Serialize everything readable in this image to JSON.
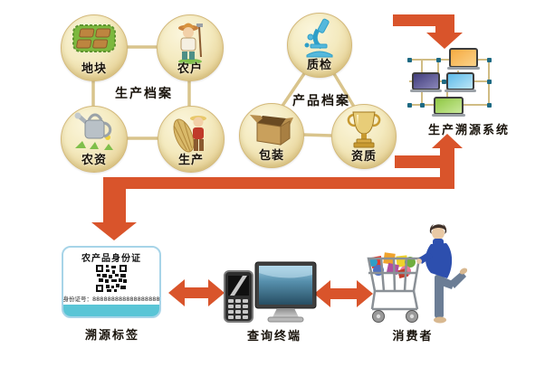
{
  "colors": {
    "arrow": "#d9542b",
    "connector_line": "#d9c48c",
    "circle_fill": "#f2e7ba",
    "circle_edge": "#d8bd7a",
    "card_border": "#a7d4e8",
    "card_strip": "#59c5d6"
  },
  "production_archive": {
    "title": "生产档案",
    "nodes": [
      {
        "label": "地块",
        "icon": "field-icon"
      },
      {
        "label": "农户",
        "icon": "farmer-icon"
      },
      {
        "label": "农资",
        "icon": "watering-can-icon"
      },
      {
        "label": "生产",
        "icon": "harvest-icon"
      }
    ]
  },
  "product_archive": {
    "title": "产品档案",
    "nodes": [
      {
        "label": "质检",
        "icon": "microscope-icon"
      },
      {
        "label": "包装",
        "icon": "box-icon"
      },
      {
        "label": "资质",
        "icon": "trophy-icon"
      }
    ]
  },
  "system": {
    "label": "生产溯源系统",
    "icon": "network-icon"
  },
  "label_card": {
    "title": "农产品身份证",
    "id_number": "身份证号：888888888888888888",
    "caption": "溯源标签",
    "icon": "qr-code"
  },
  "terminal": {
    "caption": "查询终端",
    "icons": [
      "mobile-phone-icon",
      "monitor-icon"
    ]
  },
  "consumer": {
    "caption": "消费者",
    "icon": "shopper-cart-icon"
  }
}
